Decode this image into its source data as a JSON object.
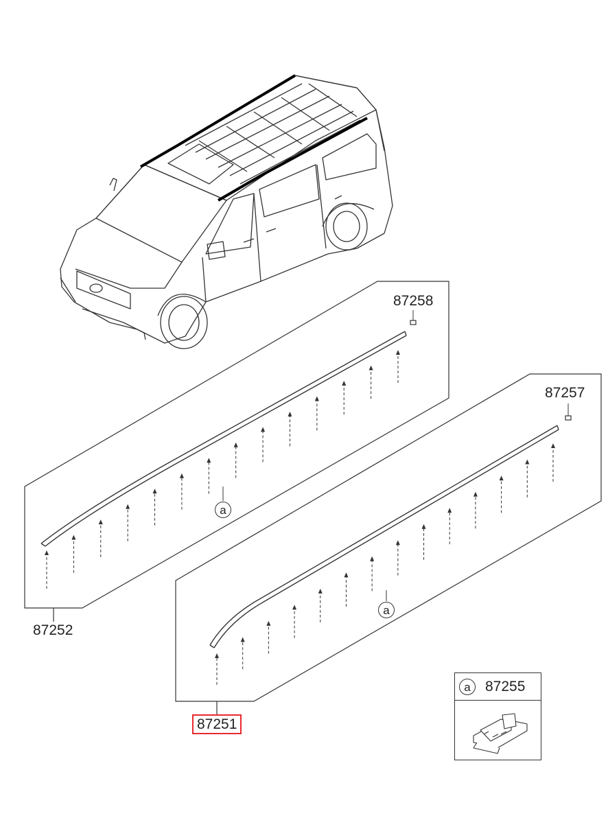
{
  "parts": {
    "clip_front_end": "87258",
    "clip_rear_end": "87257",
    "molding_assy_upper": "87252",
    "molding_assy_lower": "87251",
    "clip_a": "87255"
  },
  "callout": {
    "symbol": "a"
  },
  "highlight_color": "#e8282f"
}
